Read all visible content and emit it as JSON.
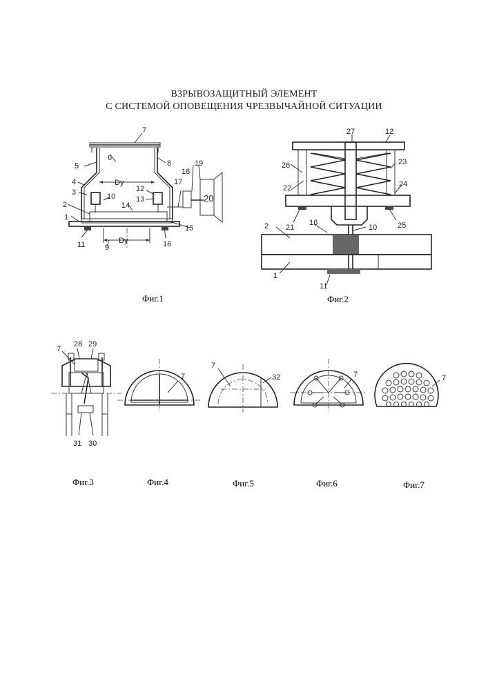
{
  "title": {
    "line1": "ВЗРЫВОЗАЩИТНЫЙ ЭЛЕМЕНТ",
    "line2": "С СИСТЕМОЙ ОПОВЕЩЕНИЯ ЧРЕЗВЫЧАЙНОЙ СИТУАЦИИ"
  },
  "figures": {
    "fig1": {
      "caption": "Фиг.1",
      "dim_label": "Dy",
      "labels": [
        "1",
        "2",
        "3",
        "4",
        "5",
        "6",
        "7",
        "8",
        "9",
        "10",
        "11",
        "12",
        "13",
        "14",
        "15",
        "16",
        "17",
        "18",
        "19",
        "20"
      ]
    },
    "fig2": {
      "caption": "Фиг.2",
      "labels": [
        "1",
        "2",
        "10",
        "11",
        "12",
        "16",
        "21",
        "22",
        "23",
        "24",
        "25",
        "26",
        "27"
      ]
    },
    "fig3": {
      "caption": "Фиг.3",
      "labels": [
        "7",
        "28",
        "29",
        "30",
        "31"
      ]
    },
    "fig4": {
      "caption": "Фиг.4",
      "labels": [
        "7"
      ]
    },
    "fig5": {
      "caption": "Фиг.5",
      "labels": [
        "7",
        "32"
      ]
    },
    "fig6": {
      "caption": "Фиг.6",
      "labels": [
        "7"
      ]
    },
    "fig7": {
      "caption": "Фиг.7",
      "labels": [
        "7"
      ]
    }
  }
}
